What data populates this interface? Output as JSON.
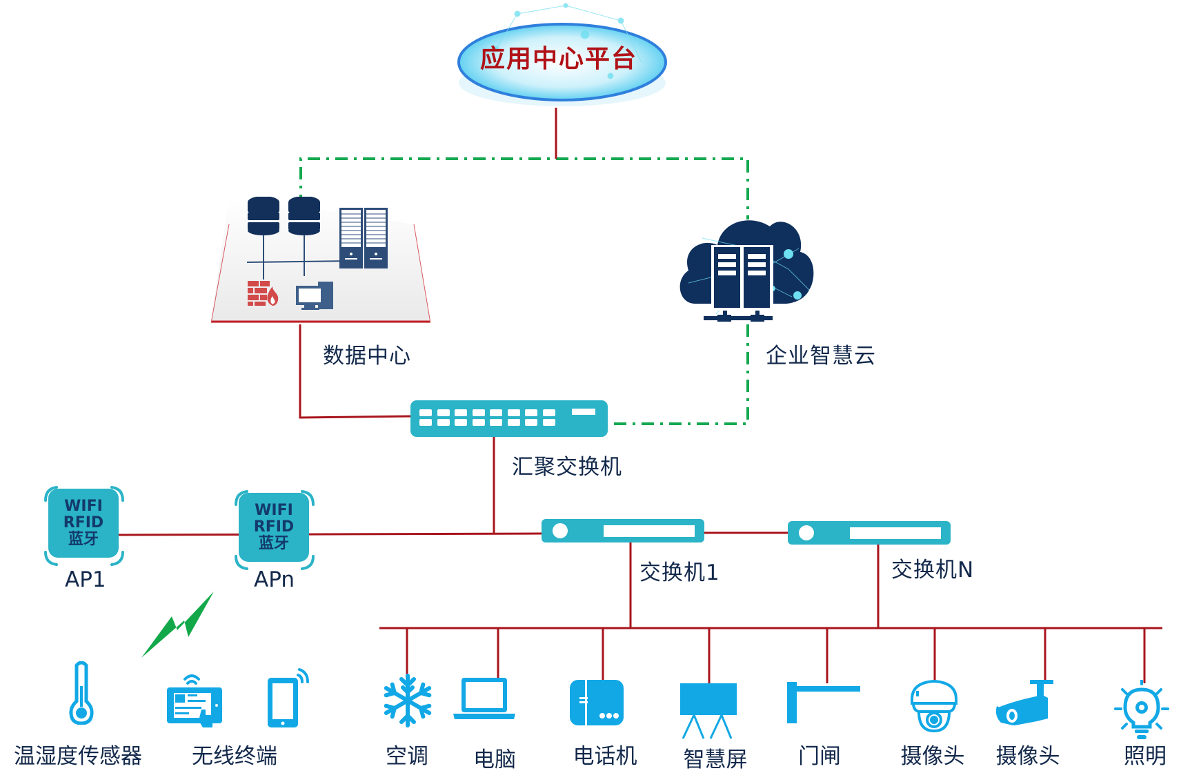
{
  "diagram": {
    "platform": {
      "title": "应用中心平台",
      "icon": "platform-disc-icon"
    },
    "data_center": {
      "label": "数据中心",
      "icons": [
        "database-icon",
        "database-icon",
        "server-rack-icon",
        "firewall-icon",
        "desktop-computer-icon"
      ]
    },
    "cloud": {
      "label": "企业智慧云",
      "icon": "cloud-server-icon"
    },
    "aggregation_switch": {
      "label": "汇聚交换机",
      "icon": "network-switch-icon"
    },
    "switches": [
      {
        "label": "交换机1",
        "icon": "switch-icon"
      },
      {
        "label": "交换机N",
        "icon": "switch-icon"
      }
    ],
    "access_points": [
      {
        "label": "AP1",
        "lines": [
          "WIFI",
          "RFID",
          "蓝牙"
        ]
      },
      {
        "label": "APn",
        "lines": [
          "WIFI",
          "RFID",
          "蓝牙"
        ]
      }
    ],
    "wireless_symbol": "lightning-wireless-icon",
    "wireless_devices": [
      {
        "label": "温湿度传感器",
        "icon": "thermometer-icon"
      },
      {
        "label": "无线终端",
        "icons": [
          "tablet-touch-icon",
          "smartphone-icon"
        ]
      }
    ],
    "wired_devices": [
      {
        "label": "空调",
        "icon": "snowflake-icon"
      },
      {
        "label": "电脑",
        "icon": "laptop-icon"
      },
      {
        "label": "电话机",
        "icon": "telephone-icon"
      },
      {
        "label": "智慧屏",
        "icon": "smart-screen-icon"
      },
      {
        "label": "门闸",
        "icon": "gate-barrier-icon"
      },
      {
        "label": "摄像头",
        "icon": "dome-camera-icon"
      },
      {
        "label": "摄像头",
        "icon": "bullet-camera-icon"
      },
      {
        "label": "照明",
        "icon": "light-bulb-icon"
      }
    ],
    "legend_colors": {
      "wired_link": "#a8141c",
      "cloud_link": "#14a850",
      "device_blue": "#12a8e6",
      "switch_teal": "#2bb3c7",
      "server_navy": "#13305a",
      "label_text": "#13294b",
      "platform_title": "#b01217"
    }
  }
}
